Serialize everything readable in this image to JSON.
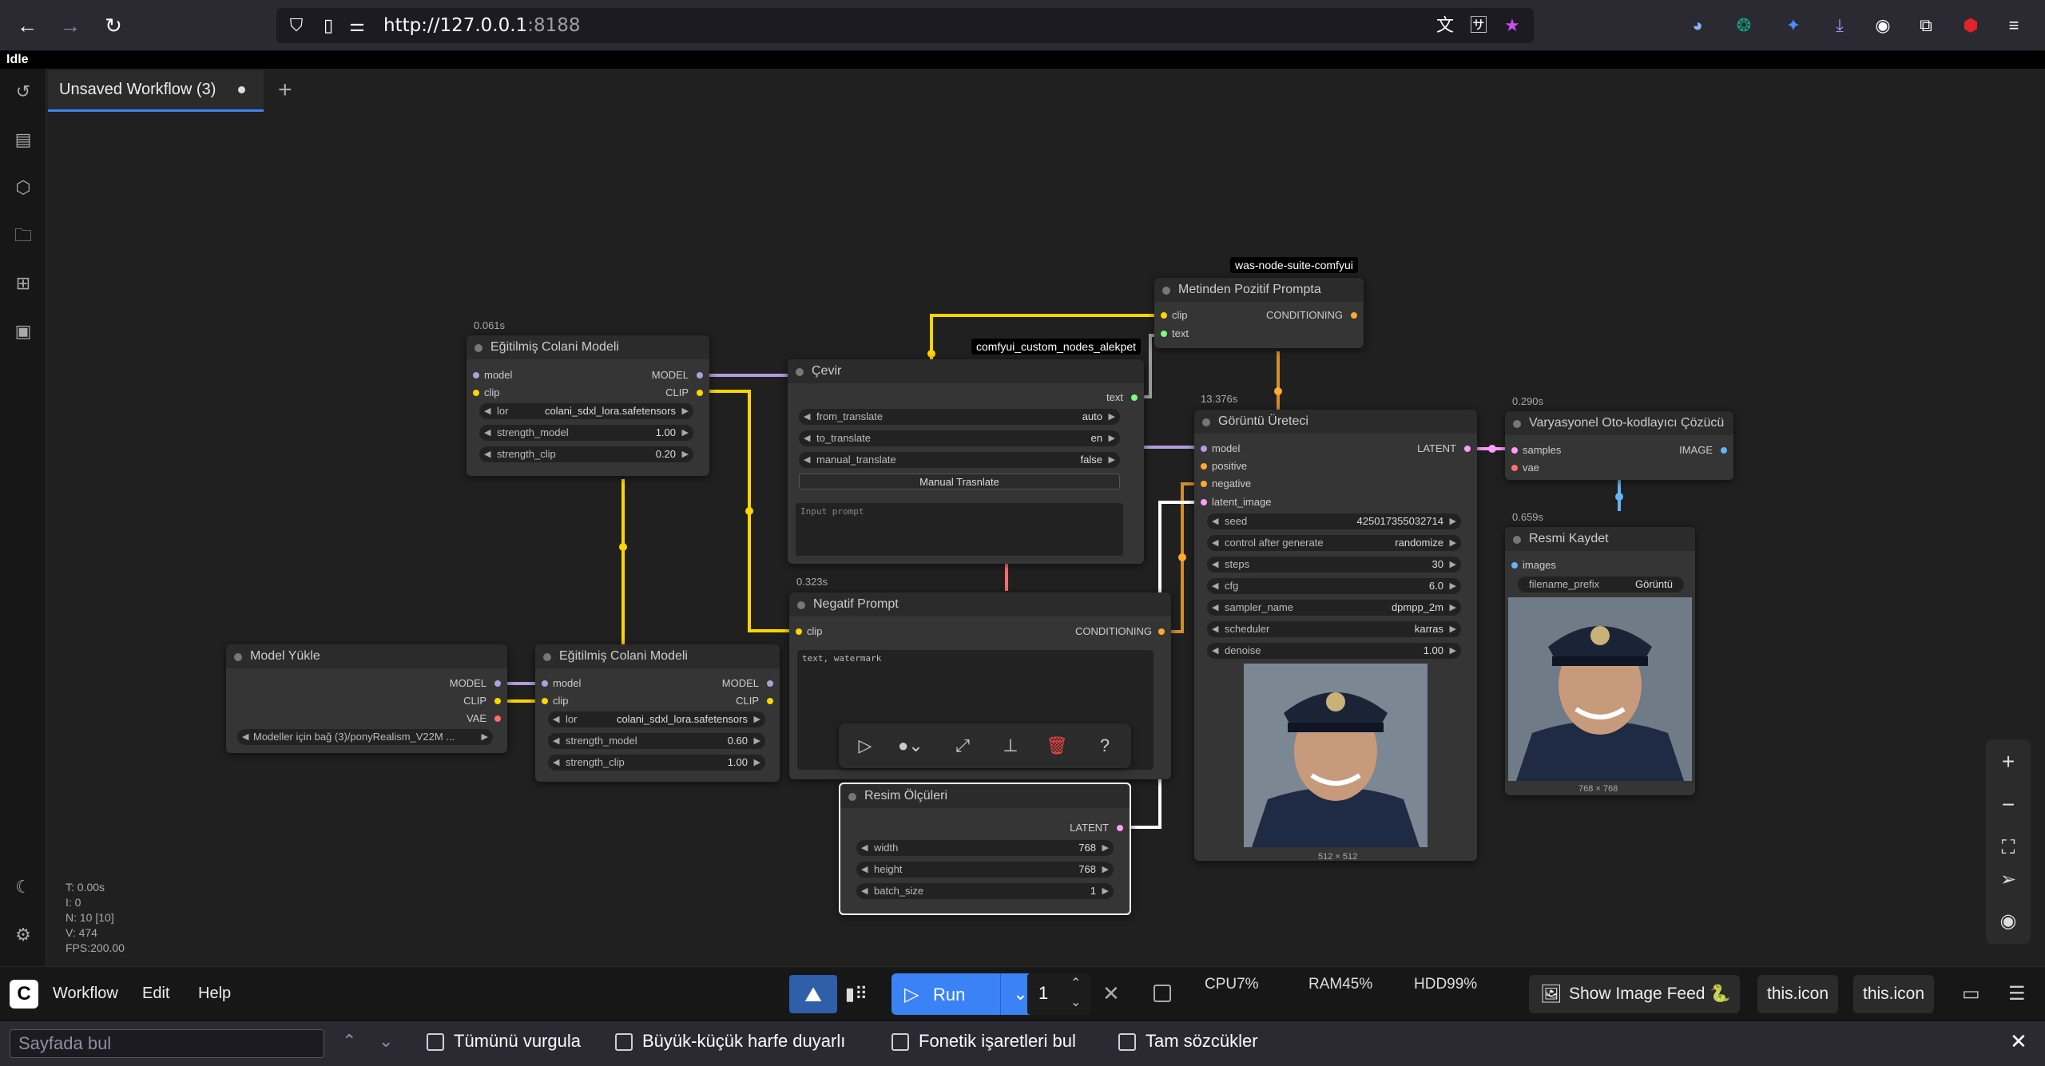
{
  "browser": {
    "url_host": "http://127.0.0.1",
    "url_port": ":8188"
  },
  "app": {
    "status": "Idle",
    "tab_title": "Unsaved Workflow (3)",
    "add_tab": "+",
    "stats": {
      "t": "T: 0.00s",
      "i": "I: 0",
      "n": "N: 10 [10]",
      "v": "V: 474",
      "fps": "FPS:200.00"
    }
  },
  "nodes": {
    "lora1": {
      "time": "0.061s",
      "title": "Eğitilmiş Colani Modeli",
      "in_model": "model",
      "in_clip": "clip",
      "out_model": "MODEL",
      "out_clip": "CLIP",
      "lora_label": "lor",
      "lora_value": "colani_sdxl_lora.safetensors",
      "strength_model_label": "strength_model",
      "strength_model": "1.00",
      "strength_clip_label": "strength_clip",
      "strength_clip": "0.20"
    },
    "translate": {
      "title": "Çevir",
      "badge": "comfyui_custom_nodes_alekpet",
      "out_text": "text",
      "from_label": "from_translate",
      "from_value": "auto",
      "to_label": "to_translate",
      "to_value": "en",
      "manual_label": "manual_translate",
      "manual_value": "false",
      "button": "Manual Trasnlate",
      "placeholder": "Input prompt"
    },
    "positive": {
      "badge": "was-node-suite-comfyui",
      "title": "Metinden Pozitif Prompta",
      "in_clip": "clip",
      "in_text": "text",
      "out": "CONDITIONING"
    },
    "sampler": {
      "time": "13.376s",
      "title": "Görüntü Üreteci",
      "in_model": "model",
      "in_positive": "positive",
      "in_negative": "negative",
      "in_latent": "latent_image",
      "out": "LATENT",
      "seed_label": "seed",
      "seed": "425017355032714",
      "cag_label": "control after generate",
      "cag": "randomize",
      "steps_label": "steps",
      "steps": "30",
      "cfg_label": "cfg",
      "cfg": "6.0",
      "sampler_label": "sampler_name",
      "sampler": "dpmpp_2m",
      "scheduler_label": "scheduler",
      "scheduler": "karras",
      "denoise_label": "denoise",
      "denoise": "1.00",
      "img_size": "512 × 512"
    },
    "vae": {
      "time": "0.290s",
      "title": "Varyasyonel Oto-kodlayıcı Çözücü",
      "in_samples": "samples",
      "in_vae": "vae",
      "out": "IMAGE"
    },
    "save": {
      "time": "0.659s",
      "title": "Resmi Kaydet",
      "in_images": "images",
      "prefix_label": "filename_prefix",
      "prefix": "Görüntü",
      "img_size": "768 × 768"
    },
    "negative": {
      "time": "0.323s",
      "title": "Negatif Prompt",
      "in_clip": "clip",
      "out": "CONDITIONING",
      "text": "text, watermark"
    },
    "loader": {
      "title": "Model Yükle",
      "out_model": "MODEL",
      "out_clip": "CLIP",
      "out_vae": "VAE",
      "ckpt": "Modeller için bağ (3)/ponyRealism_V22M ..."
    },
    "lora2": {
      "title": "Eğitilmiş Colani Modeli",
      "in_model": "model",
      "in_clip": "clip",
      "out_model": "MODEL",
      "out_clip": "CLIP",
      "lora_label": "lor",
      "lora_value": "colani_sdxl_lora.safetensors",
      "strength_model_label": "strength_model",
      "strength_model": "0.60",
      "strength_clip_label": "strength_clip",
      "strength_clip": "1.00"
    },
    "latent": {
      "title": "Resim Ölçüleri",
      "out": "LATENT",
      "width_label": "width",
      "width": "768",
      "height_label": "height",
      "height": "768",
      "batch_label": "batch_size",
      "batch": "1"
    }
  },
  "menu": {
    "workflow": "Workflow",
    "edit": "Edit",
    "help": "Help"
  },
  "queue": {
    "run": "Run",
    "count": "1"
  },
  "monitor": {
    "cpu": "CPU7%",
    "ram": "RAM45%",
    "hdd": "HDD99%"
  },
  "right_buttons": {
    "feed": "Show Image Feed 🐍",
    "icon1": "this.icon",
    "icon2": "this.icon"
  },
  "find": {
    "placeholder": "Sayfada bul",
    "highlight_all": "Tümünü vurgula",
    "match_case": "Büyük-küçük harfe duyarlı",
    "diacritics": "Fonetik işaretleri bul",
    "whole_words": "Tam sözcükler"
  },
  "colors": {
    "model": "#b39ddb",
    "clip": "#ffd500",
    "vae": "#ff6e6e",
    "conditioning": "#ffa931",
    "latent": "#ff9cf9",
    "image": "#64b5f6",
    "accent": "#3b82f6"
  }
}
